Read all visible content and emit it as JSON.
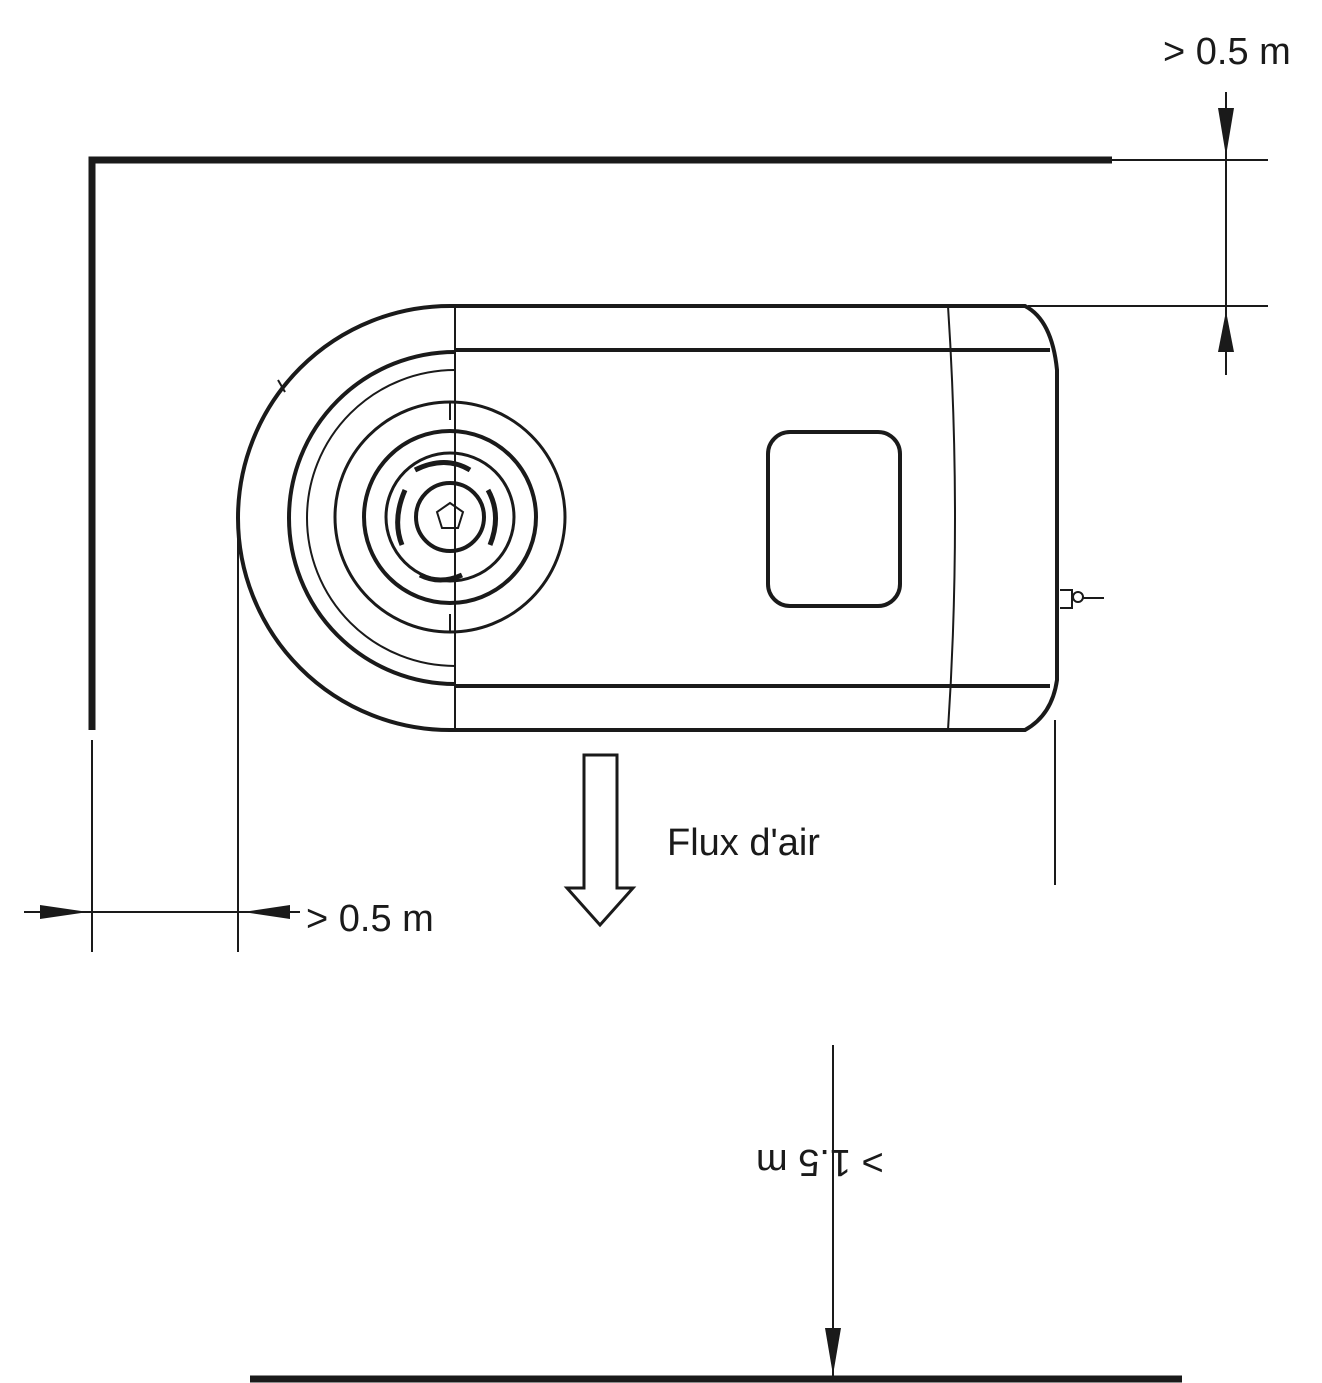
{
  "labels": {
    "top_clearance": "> 0.5 m",
    "side_clearance": "> 0.5 m",
    "front_clearance": "> 1.5 m",
    "airflow": "Flux d'air"
  },
  "colors": {
    "line": "#1a1a1a",
    "background": "#ffffff"
  }
}
